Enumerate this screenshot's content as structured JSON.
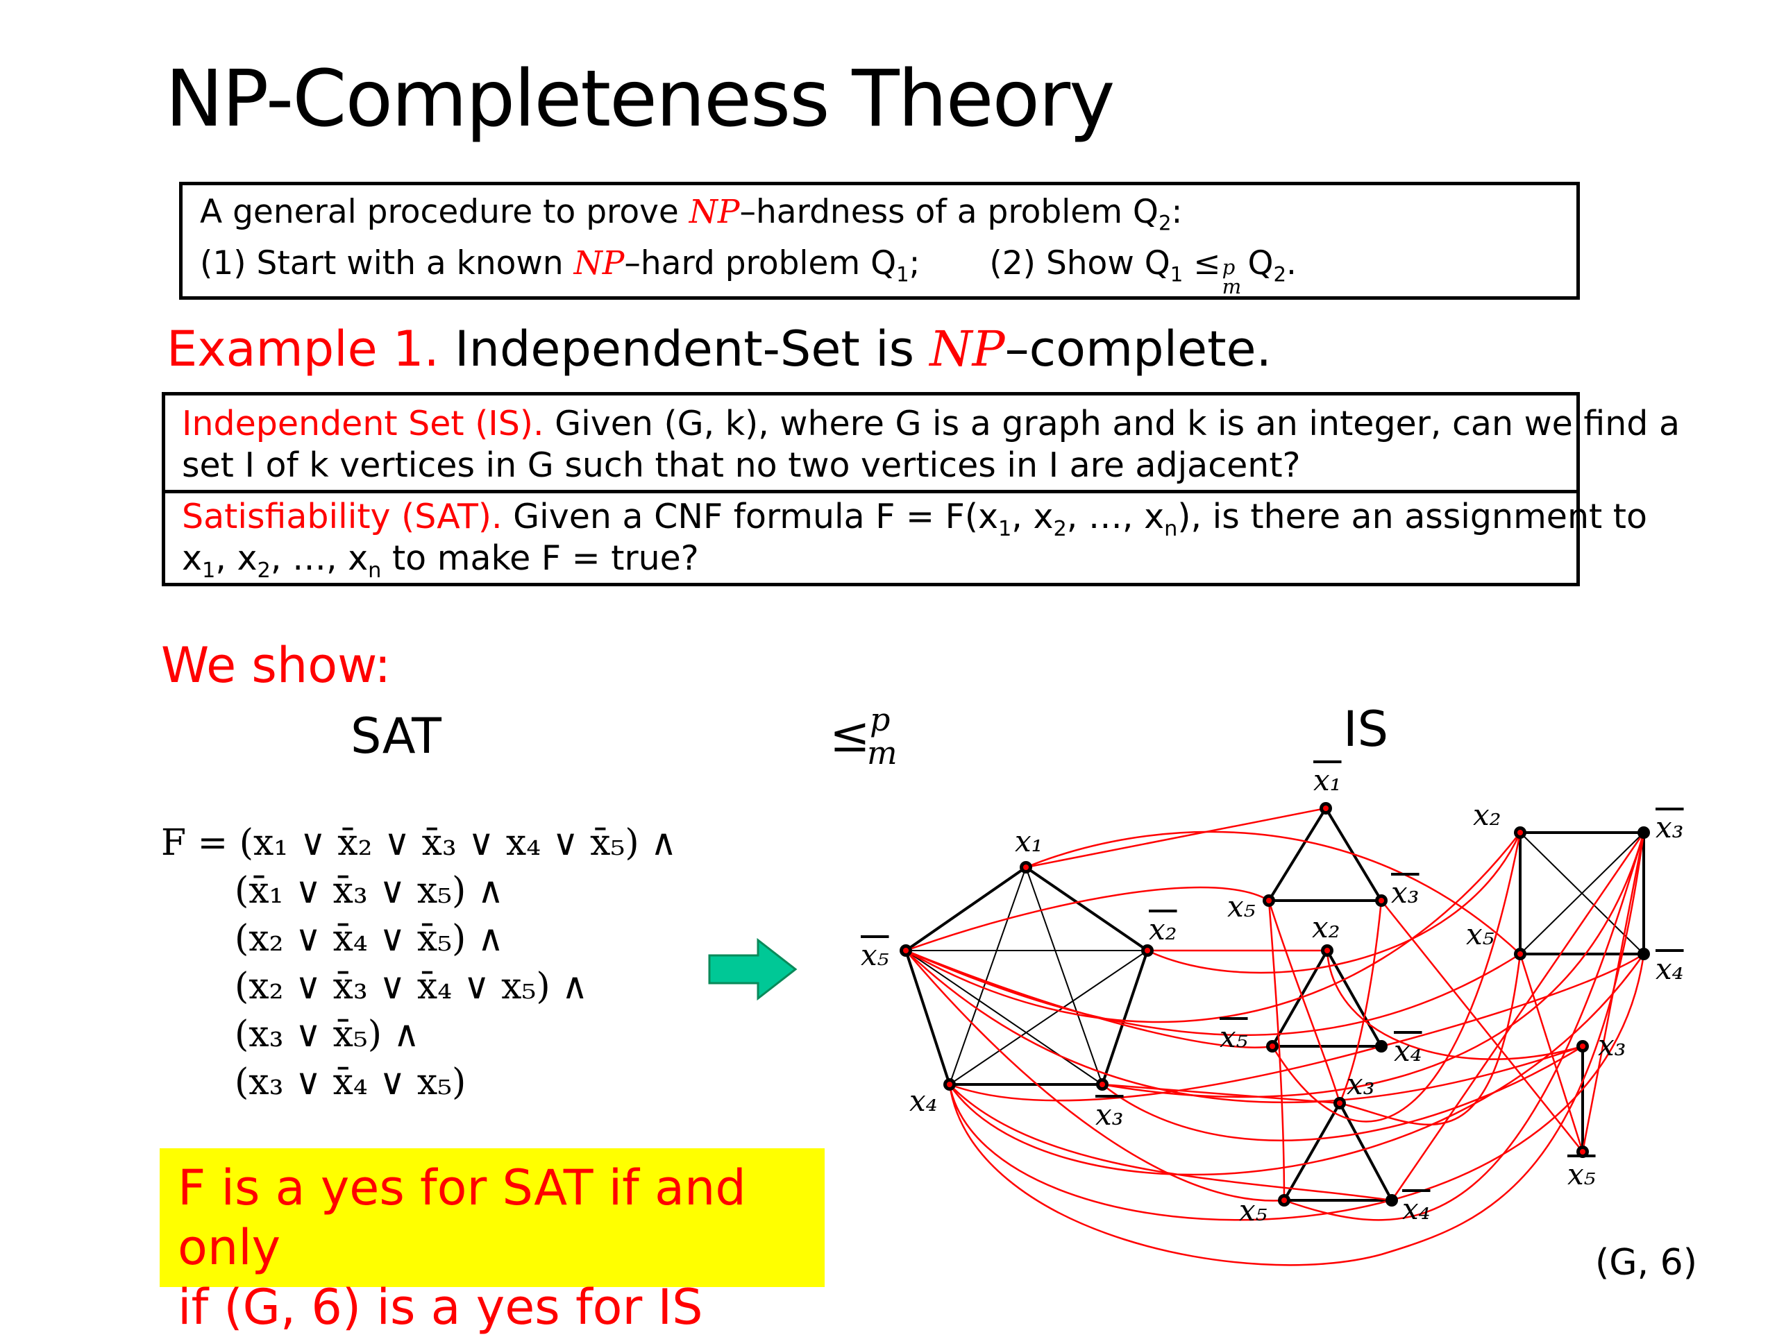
{
  "title": "NP-Completeness Theory",
  "procedure": {
    "line1_a": "A general procedure to prove ",
    "np": "NP",
    "line1_b": "–hardness of a problem Q",
    "line1_sub": "2",
    "line1_c": ":",
    "line2_a": "(1) Start with a known ",
    "line2_b": "–hard problem Q",
    "line2_sub1": "1",
    "line2_c": ";",
    "line2_d": "(2) Show Q",
    "line2_sub2": "1",
    "leq": "≤",
    "leq_sup": "p",
    "leq_sub": "m",
    "line2_e": " Q",
    "line2_sub3": "2",
    "line2_f": "."
  },
  "example": {
    "label": "Example 1.",
    "text_a": " Independent-Set is ",
    "text_b": "–complete."
  },
  "definitions": {
    "is_label": "Independent Set (IS).",
    "is_text1": " Given (G, k), where G is a graph and k is an integer, can we find a",
    "is_text2": "set I of k vertices in G such that no two vertices in I are adjacent?",
    "sat_label": "Satisfiability (SAT).",
    "sat_text1a": " Given a CNF formula F = F(x",
    "sat_text1b": ", x",
    "sat_text1c": ", …, x",
    "sat_text1d": "), is there an assignment to",
    "sat_text2a": "x",
    "sat_text2b": ", x",
    "sat_text2c": ", …, x",
    "sat_text2d": " to make F = true?",
    "sub1": "1",
    "sub2": "2",
    "subn": "n"
  },
  "we_show": "We show:",
  "sat_label": "SAT",
  "is_label": "IS",
  "reduction_symbol": "≤",
  "reduction_sup": "p",
  "reduction_sub": "m",
  "formula_lines": [
    "F = (x₁ ∨ x̄₂ ∨ x̄₃ ∨ x₄ ∨ x̄₅) ∧",
    "(x̄₁ ∨ x̄₃ ∨ x₅) ∧",
    "(x₂ ∨ x̄₄ ∨ x̄₅) ∧",
    "(x₂ ∨ x̄₃ ∨ x̄₄ ∨ x₅) ∧",
    "(x₃ ∨ x̄₅) ∧",
    "(x₃ ∨ x̄₄ ∨ x₅)"
  ],
  "conclusion": {
    "line1": "F is a yes for SAT if and only",
    "line2": "if (G, 6) is a yes for IS"
  },
  "graph_caption": "(G, 6)",
  "vertex_labels": {
    "p_x1": "x₁",
    "p_x2": "x₂",
    "p_x3": "x₃",
    "p_x4": "x₄",
    "p_x5": "x₅",
    "t1_top": "x₁",
    "t1_l": "x₅",
    "t1_r": "x₃",
    "t2_top": "x₂",
    "t2_l": "x₅",
    "t2_r": "x₄",
    "t3_top": "x₃",
    "t3_l": "x₅",
    "t3_r": "x₄",
    "s_tl": "x₂",
    "s_tr": "x₃",
    "s_bl": "x₅",
    "s_br": "x₄",
    "e_top": "x₃",
    "e_bot": "x₅"
  },
  "colors": {
    "accent": "#ff0000",
    "highlight": "#ffff00",
    "arrow": "#00c896"
  }
}
